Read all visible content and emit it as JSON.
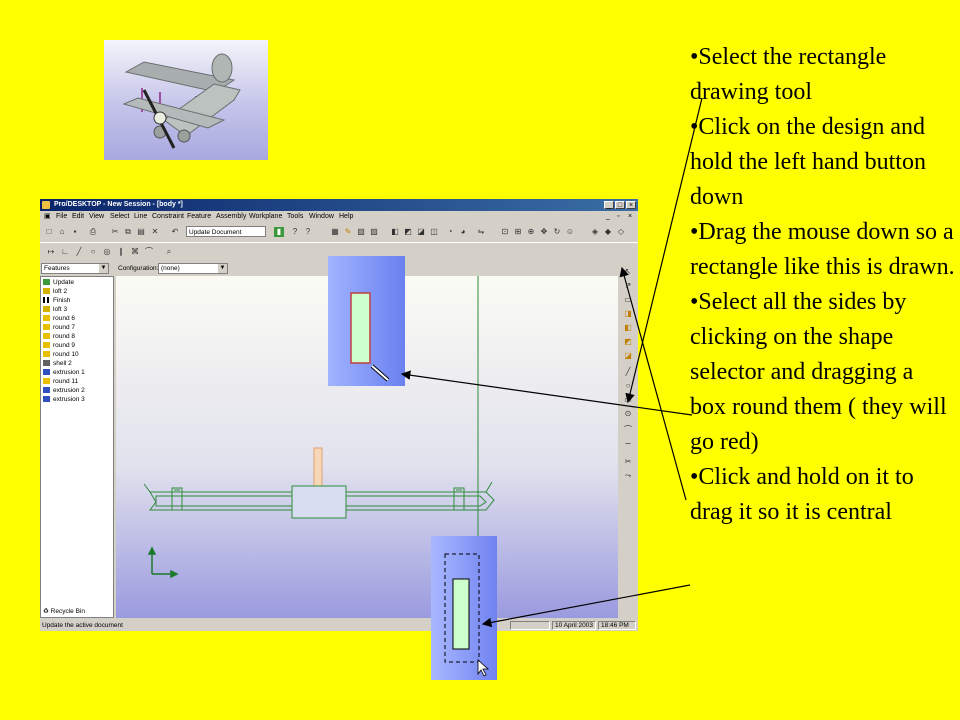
{
  "instructions": [
    "•Select the rectangle drawing tool",
    "•Click on the design and hold the left hand button down",
    "•Drag the mouse down so a rectangle like this is drawn.",
    "•Select all the sides by clicking on the shape selector and dragging a box round them ( they will go red)",
    "•Click and hold on it to drag it so it is central"
  ],
  "window": {
    "title": "Pro/DESKTOP - New Session - [body *]",
    "controls": [
      "_",
      "□",
      "×"
    ],
    "menu": [
      "File",
      "Edit",
      "View",
      "Select",
      "Line",
      "Constraint",
      "Feature",
      "Assembly",
      "Workplane",
      "Tools",
      "Window",
      "Help"
    ],
    "update_field": "Update Document",
    "features_select": "Features",
    "configuration_label": "Configuration:",
    "configuration_value": "(none)"
  },
  "tree_items": [
    {
      "label": "Update",
      "icon": "update-icon"
    },
    {
      "label": "loft 2",
      "icon": "loft-icon"
    },
    {
      "label": "Finish",
      "icon": "finish-flag-icon"
    },
    {
      "label": "loft 3",
      "icon": "loft-icon"
    },
    {
      "label": "round 6",
      "icon": "round-icon"
    },
    {
      "label": "round 7",
      "icon": "round-icon"
    },
    {
      "label": "round 8",
      "icon": "round-icon"
    },
    {
      "label": "round 9",
      "icon": "round-icon"
    },
    {
      "label": "round 10",
      "icon": "round-icon"
    },
    {
      "label": "shell 2",
      "icon": "shell-icon"
    },
    {
      "label": "extrusion 1",
      "icon": "extrusion-icon"
    },
    {
      "label": "round 11",
      "icon": "round-icon"
    },
    {
      "label": "extrusion 2",
      "icon": "extrusion-icon"
    },
    {
      "label": "extrusion 3",
      "icon": "extrusion-icon"
    }
  ],
  "recycle_bin": "Recycle Bin",
  "status": {
    "message": "Update the active document",
    "date": "10 April 2003",
    "time": "18:46 PM"
  },
  "colors": {
    "background": "#ffff00",
    "titlebar": "#0a246a",
    "wireframe": "#2e8b3a",
    "rectangle_fill": "#ccffcc",
    "selected_outline": "#ff0000"
  }
}
